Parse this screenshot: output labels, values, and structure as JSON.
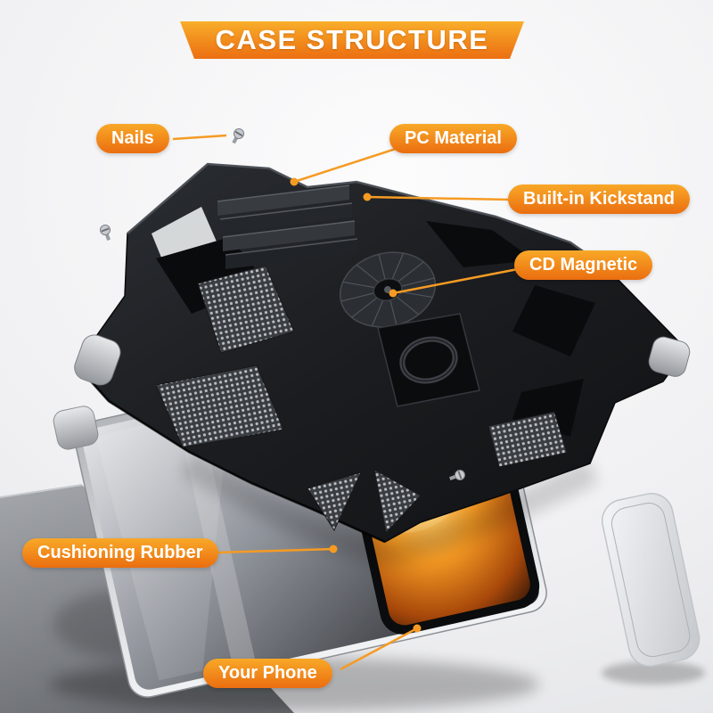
{
  "title": "CASE STRUCTURE",
  "callouts": {
    "nails": "Nails",
    "pc_material": "PC Material",
    "built_in_kickstand": "Built-in Kickstand",
    "cd_magnetic": "CD Magnetic",
    "cushioning_rubber": "Cushioning Rubber",
    "your_phone": "Your Phone"
  },
  "icons": [
    "screw-icon"
  ],
  "colors": {
    "accent_orange": "#F59B24",
    "accent_orange_deep": "#EC7012",
    "label_text": "#FFFFFF",
    "case_black": "#1A1C1F",
    "phone_screen_glow": "#F0921F",
    "background_gray": "#ECEDEF"
  }
}
